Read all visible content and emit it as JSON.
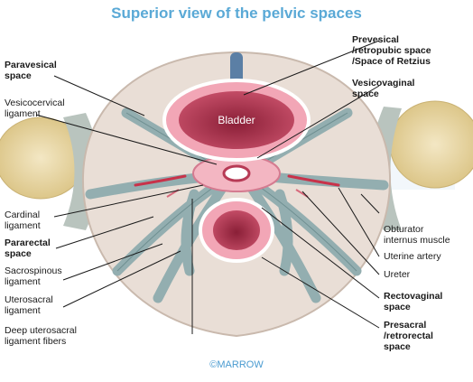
{
  "title": "Superior view of the pelvic spaces",
  "organ_label": "Bladder",
  "labels": {
    "paravesical": "Paravesical\nspace",
    "vesicocervical": "Vesicocervical\nligament",
    "cardinal": "Cardinal\nligament",
    "pararectal": "Pararectal\nspace",
    "sacrospinous": "Sacrospinous\nligament",
    "uterosacral": "Uterosacral\nligament",
    "deep_uterosacral": "Deep uterosacral\nligament fibers",
    "prevesical": "Prevesical\n/retropubic space\n/Space of Retzius",
    "vesicovaginal": "Vesicovaginal\nspace",
    "obturator": "Obturator\ninternus muscle",
    "uterine_artery": "Uterine artery",
    "ureter": "Ureter",
    "rectovaginal": "Rectovaginal\nspace",
    "presacral": "Presacral\n/retrorectal\nspace"
  },
  "footer": "©MARROW",
  "colors": {
    "title": "#5aa9d6",
    "tissue": "#e9ded6",
    "ligament": "#93aeb0",
    "organ_wall": "#f2a6b6",
    "organ_lumen": "#b73a55",
    "bone": "#e6d29b",
    "muscle": "#b9c4be",
    "footer": "#4a9bd0"
  }
}
